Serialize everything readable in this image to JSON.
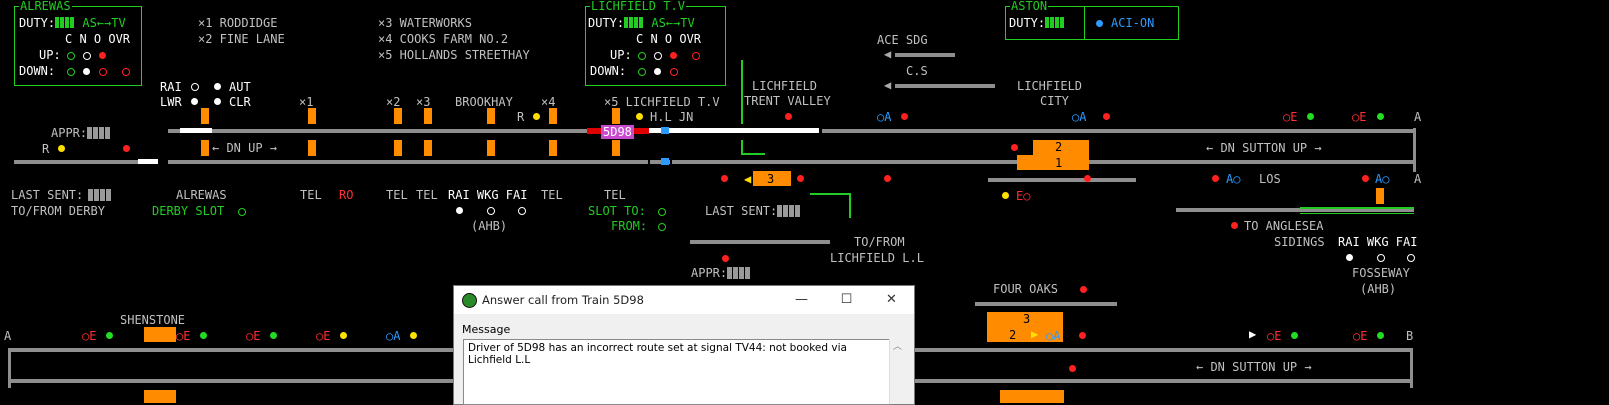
{
  "panel_alrewas": {
    "title": "ALREWAS",
    "duty_label": "DUTY:",
    "duty_mode": "AS←→TV",
    "cols": "C N O OVR",
    "up_label": "UP:",
    "down_label": "DOWN:"
  },
  "panel_lichfield_tv": {
    "title": "LICHFIELD T.V",
    "duty_label": "DUTY:",
    "duty_mode": "AS←→TV",
    "cols": "C N O OVR",
    "up_label": "UP:",
    "down_label": "DOWN:"
  },
  "panel_aston": {
    "title": "ASTON",
    "duty_label": "DUTY:",
    "aci": "ACI-ON"
  },
  "legend": {
    "x1": "×1 RODDIDGE",
    "x2": "×2 FINE LANE",
    "x3": "×3 WATERWORKS",
    "x4": "×4 COOKS FARM NO.2",
    "x5": "×5 HOLLANDS STREETHAY"
  },
  "labels": {
    "rai": "RAI",
    "aut": "AUT",
    "lwr": "LWR",
    "clr": "CLR",
    "x1": "×1",
    "x2": "×2",
    "x3": "×3",
    "brookhay": "BROOKHAY",
    "x4": "×4",
    "x5_lichfield": "×5 LICHFIELD T.V",
    "hl_jn": "H.L JN",
    "lichfield_tv_1": "LICHFIELD",
    "lichfield_tv_2": "TRENT VALLEY",
    "ace_sdg": "ACE SDG",
    "cs": "C.S",
    "lichfield_city_1": "LICHFIELD",
    "lichfield_city_2": "CITY",
    "appr": "APPR:",
    "r1": "R",
    "r2": "R",
    "dn_up": "← DN UP →",
    "dn_sutton_up": "← DN SUTTON UP →",
    "dn_sutton_up_2": "← DN SUTTON UP",
    "last_sent": "LAST SENT:",
    "to_from_derby": "TO/FROM DERBY",
    "alrewas": "ALREWAS",
    "derby_slot": "DERBY SLOT",
    "tel": "TEL",
    "ro": "RO",
    "rai_wkg_fai": "RAI WKG FAI",
    "ahb": "(AHB)",
    "slot_to": "SLOT TO:",
    "from": "FROM:",
    "last_sent_2": "LAST SENT:",
    "to_from": "TO/FROM",
    "lichfield_ll": "LICHFIELD L.L",
    "appr_2": "APPR:",
    "los": "LOS",
    "to_anglesea": "TO ANGLESEA",
    "sidings": "SIDINGS",
    "fosseway": "FOSSEWAY",
    "ahb2": "(AHB)",
    "four_oaks": "FOUR OAKS",
    "shenstone": "SHENSTONE",
    "a_left": "A",
    "a_right": "A",
    "a_right2": "A",
    "b_right": "B",
    "train_id": "5D98",
    "berth_3": "3",
    "berth_2": "2",
    "berth_1": "1",
    "berth_3b": "3",
    "berth_2b": "2",
    "oe": "○E",
    "oa": "○A",
    "ao": "A○",
    "eo": "E○"
  },
  "dialog": {
    "title": "Answer call from Train 5D98",
    "message_label": "Message",
    "message": "Driver of 5D98 has an incorrect route set at signal TV44: not booked via Lichfield L.L",
    "minimize": "—",
    "maximize": "☐",
    "close": "✕"
  }
}
